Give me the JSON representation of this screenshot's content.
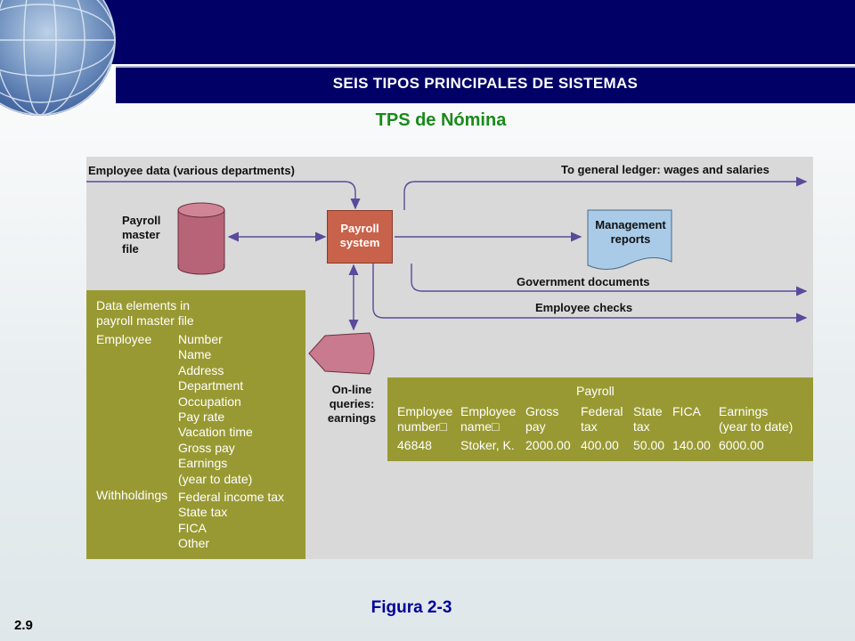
{
  "header": {
    "title": "SEIS TIPOS PRINCIPALES DE SISTEMAS",
    "subtitle": "TPS de Nómina"
  },
  "diagram": {
    "employee_data": "Employee data (various departments)",
    "payroll_master_file": [
      "Payroll",
      "master",
      "file"
    ],
    "payroll_system": [
      "Payroll",
      "system"
    ],
    "general_ledger": "To general ledger: wages and salaries",
    "management_reports": [
      "Management",
      "reports"
    ],
    "government_documents": "Government documents",
    "employee_checks": "Employee checks",
    "online_queries": [
      "On-line",
      "queries:",
      "earnings"
    ],
    "data_elements": {
      "heading": [
        "Data elements in",
        "payroll master file"
      ],
      "employee_label": "Employee",
      "employee_fields": [
        "Number",
        "Name",
        "Address",
        "Department",
        "Occupation",
        "Pay rate",
        "Vacation time",
        "Gross pay",
        "Earnings",
        "(year to date)"
      ],
      "withholdings_label": "Withholdings",
      "withholding_fields": [
        "Federal income tax",
        "State tax",
        "FICA",
        "Other"
      ]
    },
    "payroll_record": {
      "title": "Payroll",
      "headers": [
        [
          "Employee",
          "number□"
        ],
        [
          "Employee",
          "name□"
        ],
        [
          "Gross",
          "pay"
        ],
        [
          "Federal",
          "tax"
        ],
        [
          "State",
          "tax"
        ],
        [
          "FICA",
          ""
        ],
        [
          "Earnings",
          "(year to date)"
        ]
      ],
      "values": [
        "46848",
        "Stoker, K.",
        "2000.00",
        "400.00",
        "50.00",
        "140.00",
        "6000.00"
      ]
    }
  },
  "footer": {
    "caption": "Figura 2-3",
    "page_number": "2.9"
  },
  "colors": {
    "navy": "#000066",
    "olive": "#999933",
    "payroll_box": "#c8624a",
    "cylinder": "#b86478",
    "report": "#a9cbe8",
    "subtitle_green": "#1a8a1a",
    "caption_blue": "#000099"
  }
}
